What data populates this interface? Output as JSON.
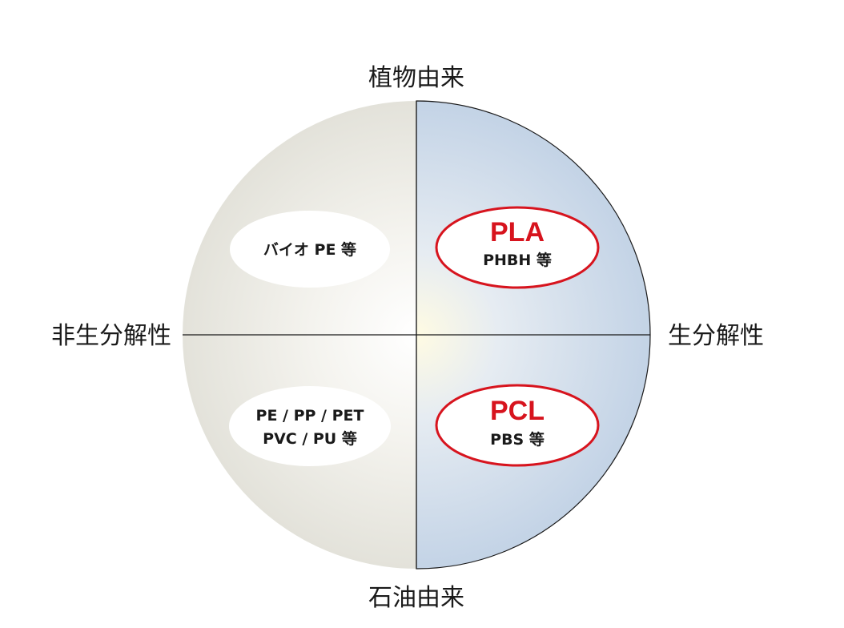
{
  "axes": {
    "top": "植物由来",
    "bottom": "石油由来",
    "left": "非生分解性",
    "right": "生分解性"
  },
  "quadrants": {
    "top_left": {
      "lines": [
        "バイオ PE 等"
      ]
    },
    "top_right": {
      "main": "PLA",
      "sub": "PHBH 等"
    },
    "bottom_left": {
      "lines": [
        "PE / PP / PET",
        "PVC / PU 等"
      ]
    },
    "bottom_right": {
      "main": "PCL",
      "sub": "PBS 等"
    }
  },
  "colors": {
    "highlight_red": "#d7141e",
    "left_half": "#e6e5de",
    "right_half": "#c5d5e7",
    "center_glow": "#fff8dc",
    "line": "#1a1a1a"
  }
}
